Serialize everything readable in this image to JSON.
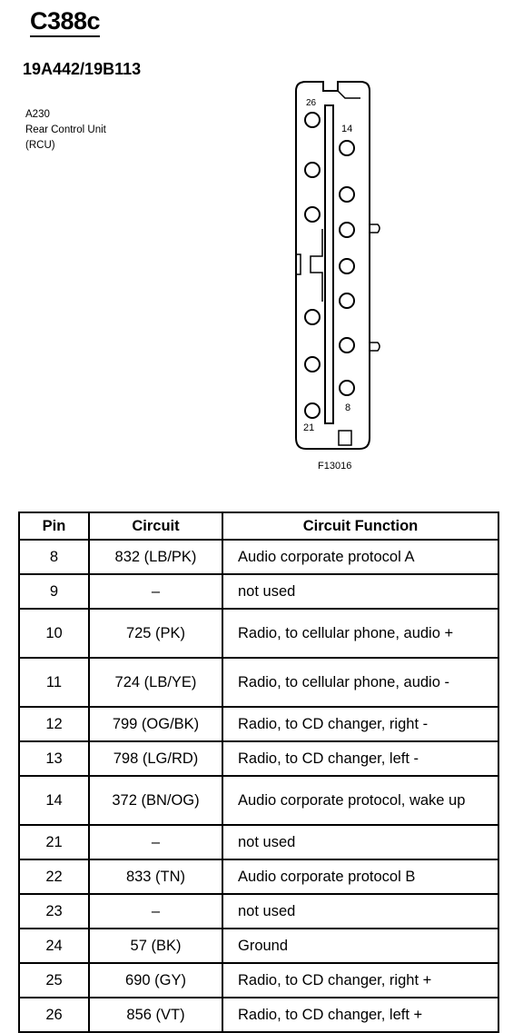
{
  "connector": {
    "title": "C388c",
    "part_number": "19A442/19B113",
    "component_lines": [
      "A230",
      "Rear Control Unit",
      "(RCU)"
    ],
    "figure_id": "F13016",
    "pin_labels": [
      "26",
      "14",
      "8",
      "21"
    ]
  },
  "table": {
    "headers": [
      "Pin",
      "Circuit",
      "Circuit Function"
    ],
    "rows": [
      {
        "pin": "8",
        "circuit": "832 (LB/PK)",
        "function": "Audio corporate protocol A"
      },
      {
        "pin": "9",
        "circuit": "–",
        "function": "not used"
      },
      {
        "pin": "10",
        "circuit": "725 (PK)",
        "function": "Radio, to cellular phone, audio +"
      },
      {
        "pin": "11",
        "circuit": "724 (LB/YE)",
        "function": "Radio, to cellular phone, audio -"
      },
      {
        "pin": "12",
        "circuit": "799 (OG/BK)",
        "function": "Radio, to CD changer, right -"
      },
      {
        "pin": "13",
        "circuit": "798 (LG/RD)",
        "function": "Radio, to CD changer, left -"
      },
      {
        "pin": "14",
        "circuit": "372 (BN/OG)",
        "function": "Audio corporate protocol, wake up"
      },
      {
        "pin": "21",
        "circuit": "–",
        "function": "not used"
      },
      {
        "pin": "22",
        "circuit": "833 (TN)",
        "function": "Audio corporate protocol B"
      },
      {
        "pin": "23",
        "circuit": "–",
        "function": "not used"
      },
      {
        "pin": "24",
        "circuit": "57 (BK)",
        "function": "Ground"
      },
      {
        "pin": "25",
        "circuit": "690 (GY)",
        "function": "Radio, to CD changer, right +"
      },
      {
        "pin": "26",
        "circuit": "856 (VT)",
        "function": "Radio, to CD changer, left +"
      }
    ]
  }
}
